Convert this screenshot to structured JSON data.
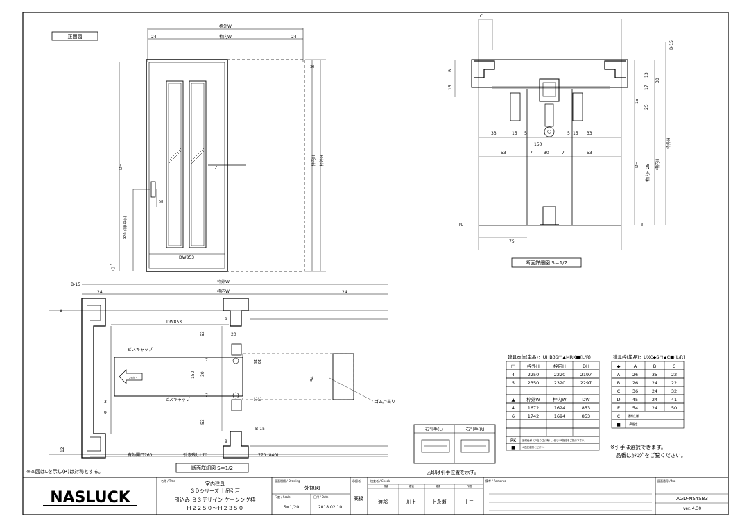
{
  "front_view": {
    "label": "正面図",
    "dim_outer_w": "枠外W",
    "dim_inner_w": "枠内W",
    "dim_24_left": "24",
    "dim_24_right": "24",
    "dw": "DW853",
    "dim_58": "58",
    "handle_height": "920(引手中心)",
    "dh": "DH",
    "fl": "FL",
    "inner_h": "枠内H",
    "outer_h": "枠外H",
    "dim_30": "30"
  },
  "section": {
    "c": "C",
    "b15": "B-15",
    "b": "B",
    "d15": "15",
    "d33a": "33",
    "d15a": "15",
    "d5a": "5",
    "d5b": "5",
    "d15b": "15",
    "d33b": "33",
    "d150": "150",
    "d53a": "53",
    "d7a": "7",
    "d30": "30",
    "d7b": "7",
    "d53b": "53",
    "d75": "75",
    "fl": "FL",
    "d13": "13",
    "d17": "17",
    "d30r": "30",
    "d15r": "15",
    "d25": "25",
    "dh": "DH",
    "inner_h_25": "枠内H-25",
    "inner_h": "枠内H",
    "outer_h": "枠外H",
    "d8": "8",
    "caption": "断面詳細図 S＝1/2"
  },
  "plan": {
    "b15": "B-15",
    "outer_w": "枠外W",
    "inner_w": "枠内W",
    "d24a": "24",
    "d24b": "24",
    "a": "A",
    "arrow_text": "ｽﾗｲﾀﾞｰ",
    "dw": "DW853",
    "d9a": "9",
    "d53a": "53",
    "d20": "20",
    "d7a": "7",
    "d15a": "15",
    "d10a": "10",
    "d150": "150",
    "d30": "30",
    "d54": "54",
    "d7b": "7",
    "d15b": "15",
    "d10b": "10",
    "d53b": "53",
    "b15b": "B-15",
    "d9b": "9",
    "d3": "3",
    "d9c": "9",
    "d12": "12",
    "screw_cap": "ビスキャップ",
    "rubber_stop": "ゴム戸当り",
    "effective_opening": "有効開口760",
    "remaining": "引き残しL70",
    "pocket": "770 (840)",
    "caption": "断面詳細図 S＝1/2"
  },
  "handle_diagram": {
    "left": "右引手(L)",
    "right": "右引手(R)",
    "note": "△印は引手位置を示す。"
  },
  "table1": {
    "title": "建具本体(単品)：UHB3S□▲MRK■(L/R)",
    "header1": [
      "□",
      "枠外H",
      "枠内H",
      "DH"
    ],
    "rows1": [
      [
        "4",
        "2250",
        "2220",
        "2197"
      ],
      [
        "5",
        "2350",
        "2320",
        "2297"
      ]
    ],
    "header2": [
      "▲",
      "枠外W",
      "枠内W",
      "DW"
    ],
    "rows2": [
      [
        "4",
        "1672",
        "1624",
        "853"
      ],
      [
        "6",
        "1742",
        "1694",
        "853"
      ]
    ],
    "footer": [
      [
        "RK",
        "通常仕様（戸当りゴム有）。但しL/R指定をご指示下さい。"
      ],
      [
        "■",
        "※左記参照ください。"
      ]
    ]
  },
  "table2": {
    "title": "建具枠(単品)：UXC◆S□▲C■(L/R)",
    "header": [
      "◆",
      "A",
      "B",
      "C"
    ],
    "rows": [
      [
        "A",
        "26",
        "35",
        "22"
      ],
      [
        "B",
        "26",
        "24",
        "22"
      ],
      [
        "C",
        "36",
        "24",
        "32"
      ],
      [
        "D",
        "45",
        "24",
        "41"
      ],
      [
        "E",
        "54",
        "24",
        "50"
      ]
    ],
    "footer": [
      [
        "C",
        "通常仕様"
      ],
      [
        "■",
        "L/R指定"
      ]
    ]
  },
  "notes": {
    "symmetric": "※本図はLを示し(R)は対称とする。",
    "handle_select": "※引手は選択できます。",
    "catalog": "品番はｶﾀﾛｸﾞをご覧ください。"
  },
  "title_block": {
    "logo": "NASLUCK",
    "title_label": "名称 / Title",
    "title1": "室内建具",
    "title2": "ＳＤシリーズ 上吊引戸",
    "title3": "引込み Ｂ３デザイン ケーシング枠",
    "title4": "Ｈ２２５０～Ｈ２３５０",
    "drawing_label": "図面種類 / Drawing",
    "drawing": "外観図",
    "scale_label": "尺度 / Scale",
    "scale": "S=1/20",
    "date_label": "日付 / Date",
    "date": "2018.02.10",
    "approved_label": "承認者",
    "approver": "髙橋",
    "check_label": "検査者 / Check",
    "check_sub1": "照査",
    "check_sub2": "審査",
    "check_sub3": "確認",
    "check_sub4": "作図",
    "checker1": "渡部",
    "checker2": "川上",
    "checker3": "上永瀬",
    "checker4": "十三",
    "remarks_label": "備考 / Remarks",
    "drawing_no_label": "図面番号 / No.",
    "drawing_no": "AGD-NS4SB3",
    "version": "ver. 4.30"
  }
}
